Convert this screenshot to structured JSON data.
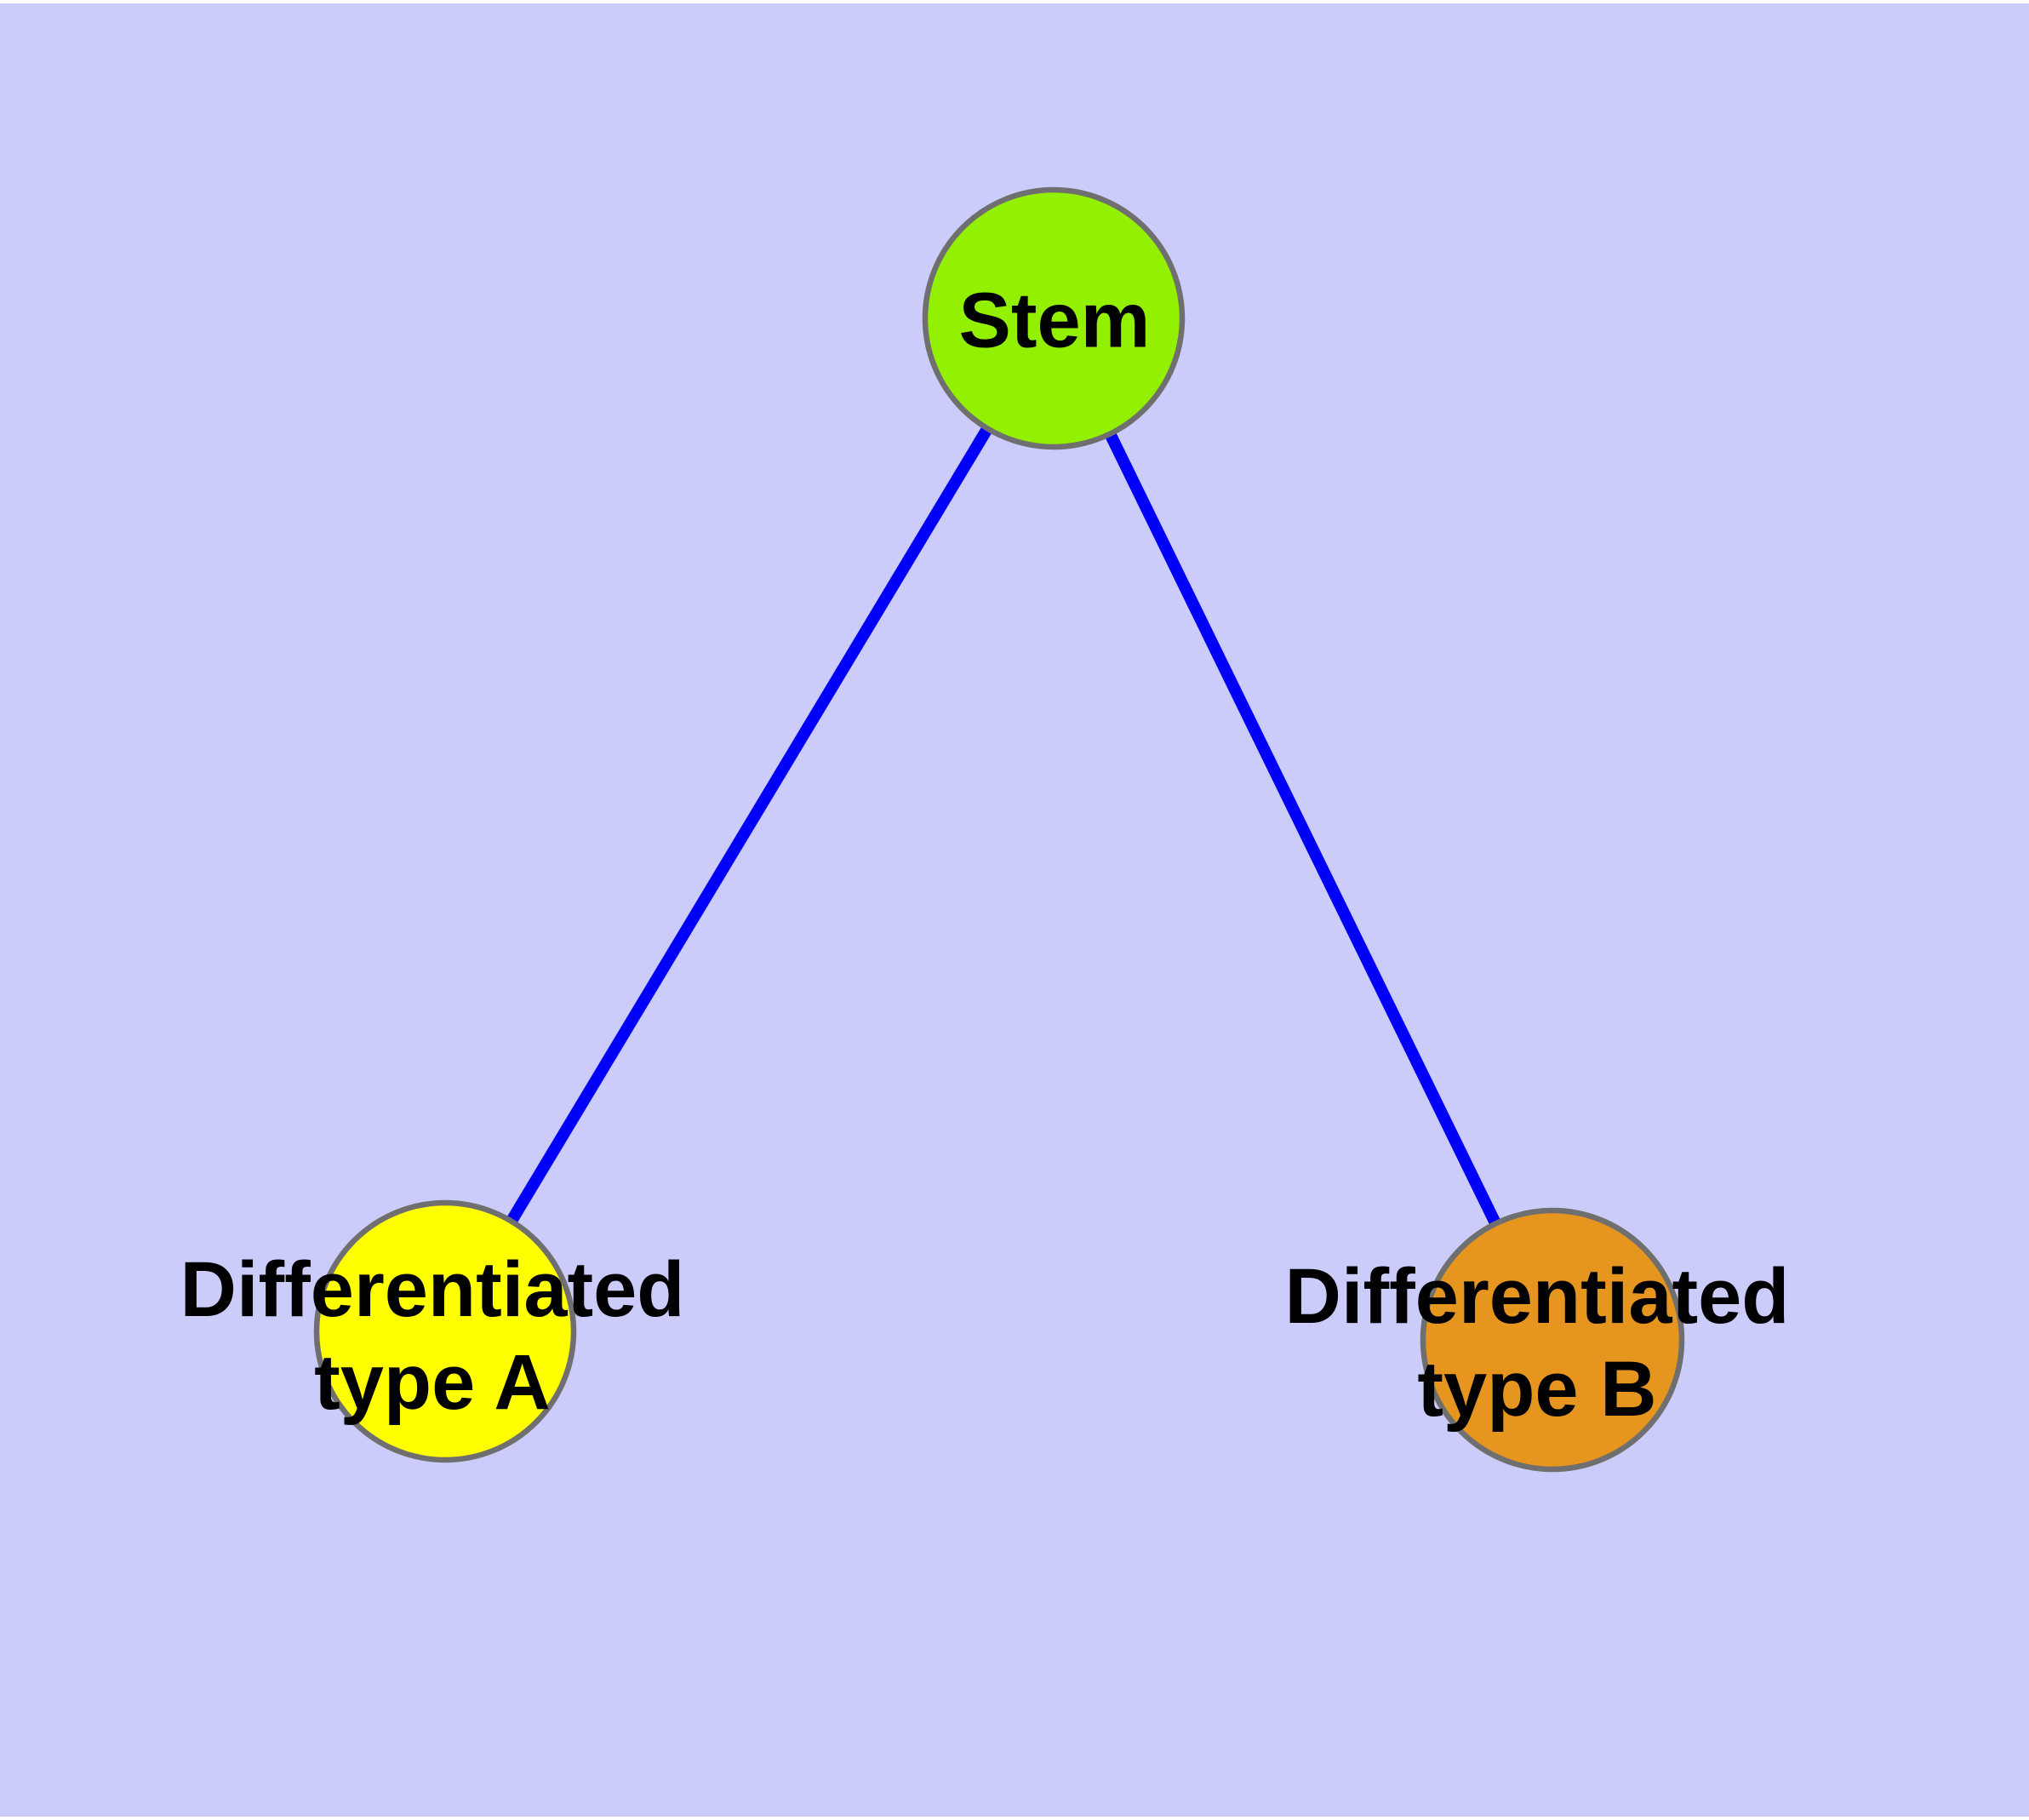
{
  "canvas": {
    "background_color": "#ccccfb",
    "page_border_color": "#ffffff"
  },
  "edge": {
    "color": "#0000fa"
  },
  "node_border_color": "#6f6f6f",
  "nodes": {
    "stem": {
      "label": "Stem",
      "fill": "#93f000"
    },
    "type_a": {
      "label_line1": "Differentiated",
      "label_line2": "type A",
      "fill": "#ffff00"
    },
    "type_b": {
      "label_line1": "Differentiated",
      "label_line2": "type B",
      "fill": "#e6961e"
    }
  }
}
